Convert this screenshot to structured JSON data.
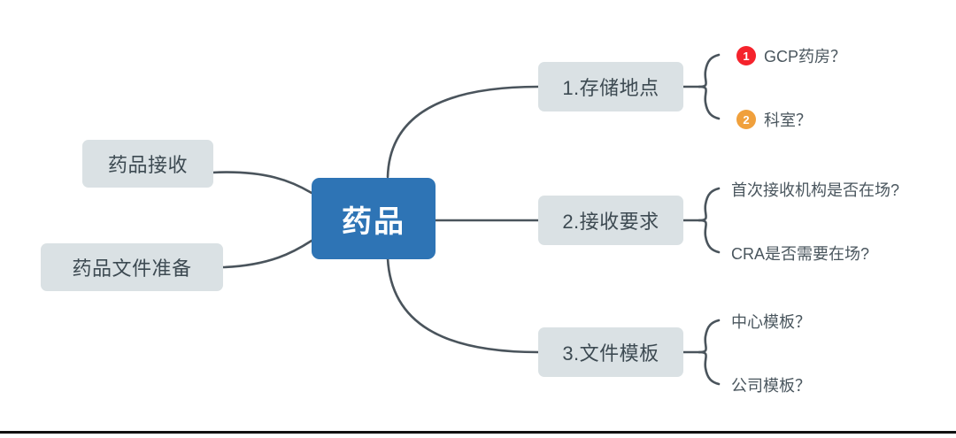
{
  "diagram": {
    "type": "mind-map",
    "title_node": "药品",
    "colors": {
      "center_fill": "#2e74b5",
      "center_text": "#ffffff",
      "node_fill": "#dae1e4",
      "node_text": "#3d4a52",
      "connector": "#4a545c",
      "badge_1": "#f5232c",
      "badge_2": "#f0a03c",
      "bottom_rule": "#111111"
    },
    "center": {
      "label": "药品"
    },
    "left_nodes": [
      {
        "label": "药品接收"
      },
      {
        "label": "药品文件准备"
      }
    ],
    "branches": [
      {
        "label": "1.存储地点",
        "leaves": [
          {
            "badge": "1",
            "badge_color": "red",
            "label": "GCP药房？"
          },
          {
            "badge": "2",
            "badge_color": "orange",
            "label": "科室？"
          }
        ]
      },
      {
        "label": "2.接收要求",
        "leaves": [
          {
            "badge": "",
            "badge_color": "none",
            "label": "首次接收机构是否在场?"
          },
          {
            "badge": "",
            "badge_color": "none",
            "label": "CRA是否需要在场?"
          }
        ]
      },
      {
        "label": "3.文件模板",
        "leaves": [
          {
            "badge": "",
            "badge_color": "none",
            "label": "中心模板？"
          },
          {
            "badge": "",
            "badge_color": "none",
            "label": "公司模板？"
          }
        ]
      }
    ]
  }
}
